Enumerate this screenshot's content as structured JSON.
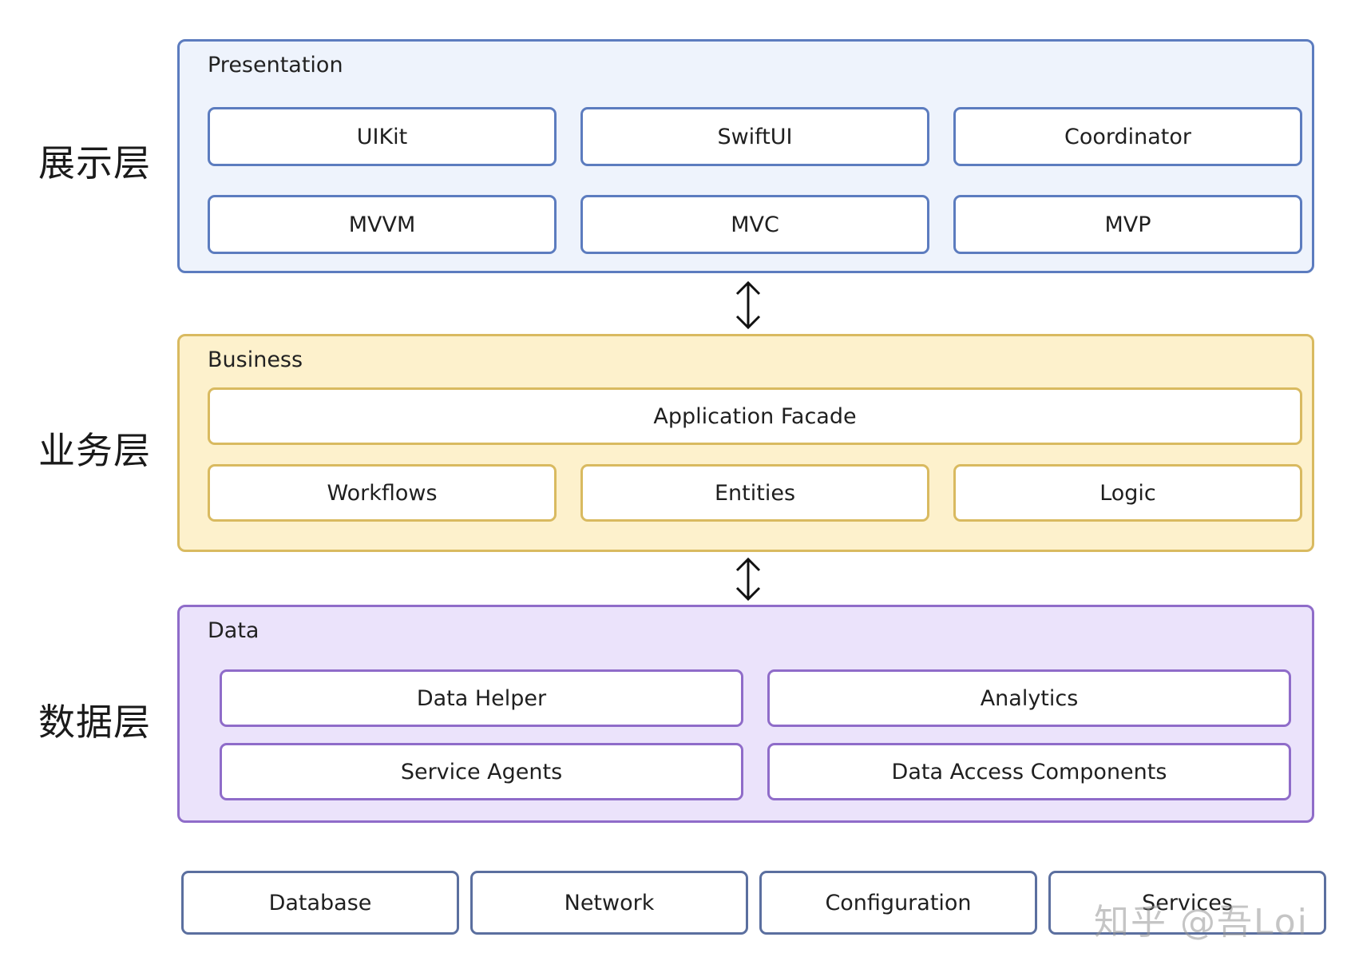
{
  "layers": {
    "presentation": {
      "side_label": "展示层",
      "title": "Presentation",
      "items": [
        "UIKit",
        "SwiftUI",
        "Coordinator",
        "MVVM",
        "MVC",
        "MVP"
      ]
    },
    "business": {
      "side_label": "业务层",
      "title": "Business",
      "facade": "Application Facade",
      "items": [
        "Workflows",
        "Entities",
        "Logic"
      ]
    },
    "data": {
      "side_label": "数据层",
      "title": "Data",
      "items": [
        "Data Helper",
        "Analytics",
        "Service Agents",
        "Data Access Components"
      ]
    }
  },
  "infrastructure": {
    "items": [
      "Database",
      "Network",
      "Configuration",
      "Services"
    ]
  },
  "watermark": "知乎 @吾Loi",
  "colors": {
    "presentation_fill": "#eef3fc",
    "presentation_border": "#5c7cbf",
    "business_fill": "#fdf1cc",
    "business_border": "#d9ba60",
    "data_fill": "#ebe3fb",
    "data_border": "#8f6cc9",
    "infrastructure_border": "#5b6f9f"
  }
}
